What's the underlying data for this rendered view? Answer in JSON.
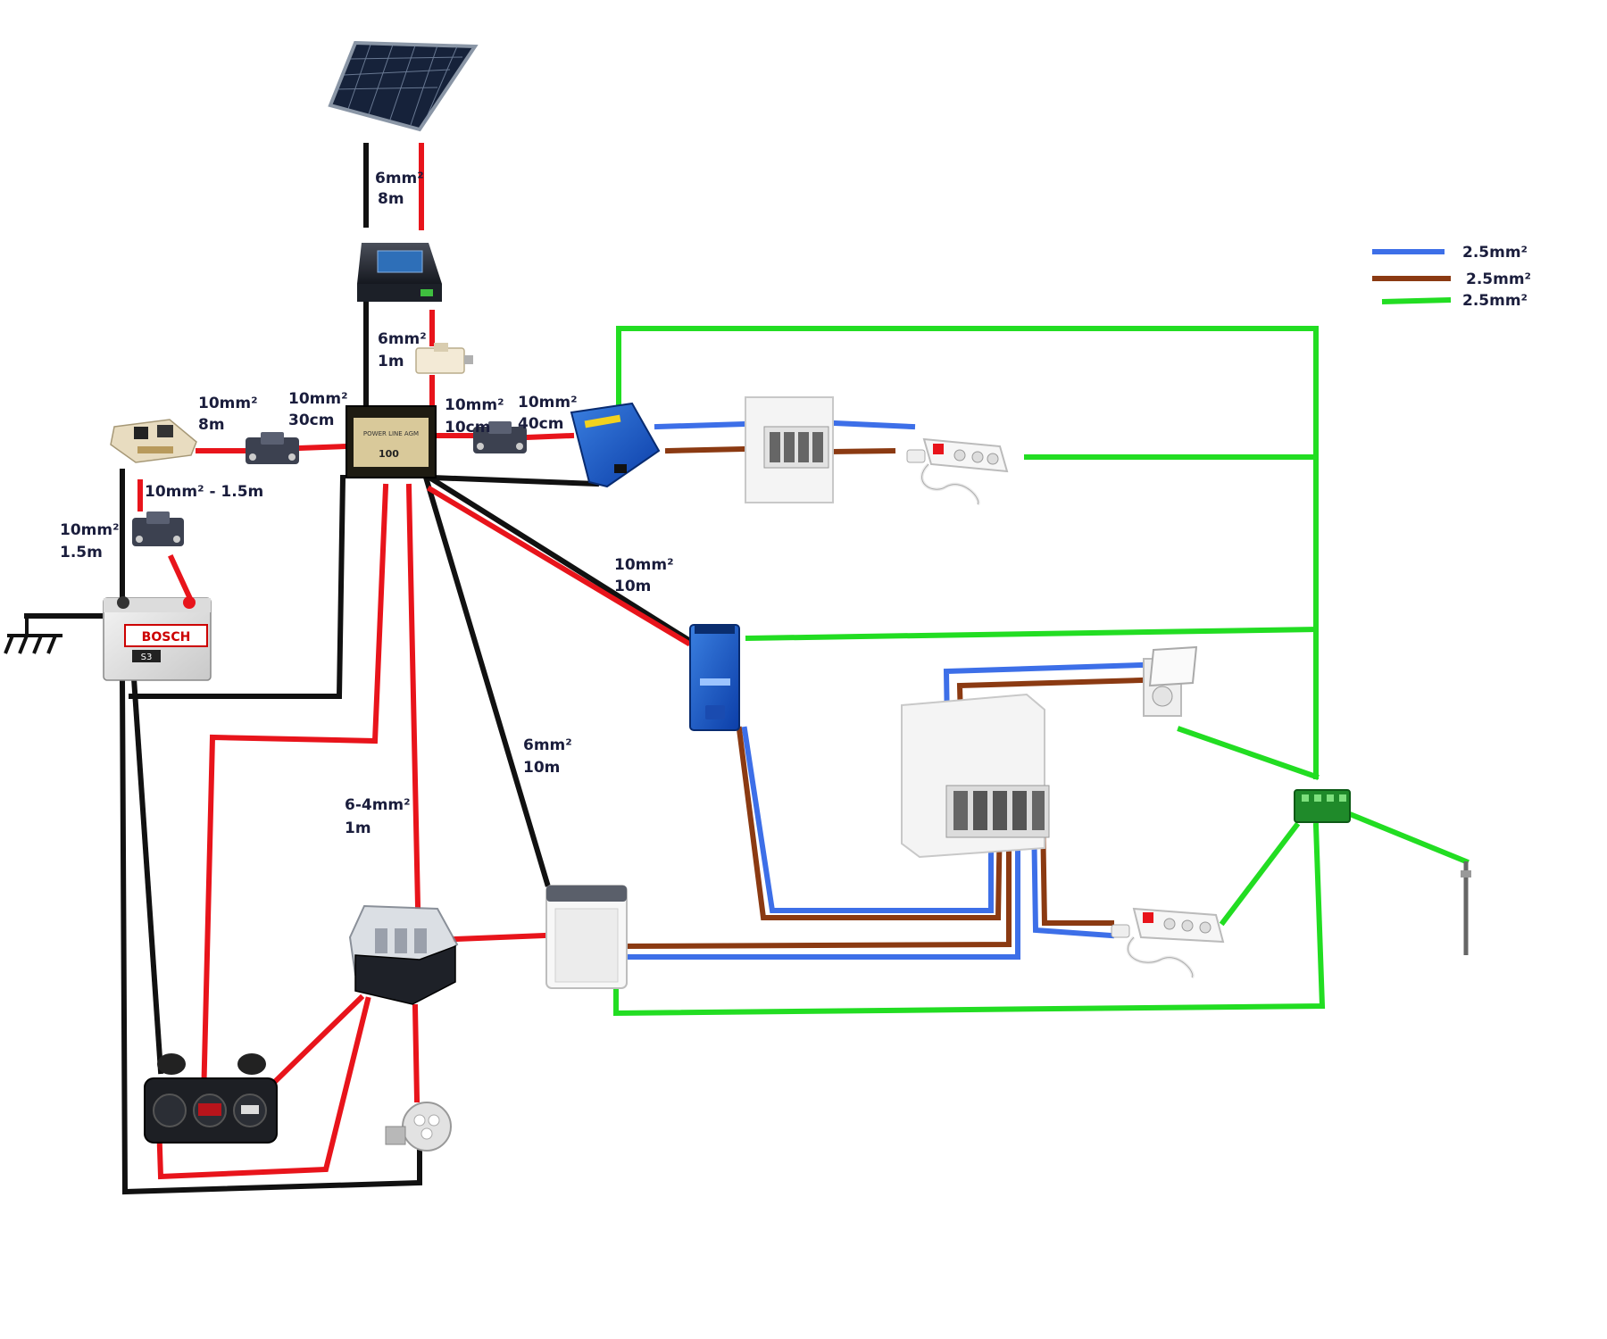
{
  "labels": {
    "solar_cable": [
      "6mm²",
      "8m"
    ],
    "controller_cable": [
      "6mm²",
      "1m"
    ],
    "coupler_cable": [
      "10mm²",
      "8m"
    ],
    "coupler_fuse": [
      "10mm²",
      "30cm"
    ],
    "battery_fuse": [
      "10mm²",
      "10cm"
    ],
    "inverter_cable": [
      "10mm²",
      "40cm"
    ],
    "starter_fuse": [
      "10mm² - 1.5m"
    ],
    "starter_cable": [
      "10mm²",
      "1.5m"
    ],
    "charger_cable": [
      "10mm²",
      "10m"
    ],
    "fridge_cable": [
      "6mm²",
      "10m"
    ],
    "fusebox_cable": [
      "6-4mm²",
      "1m"
    ]
  },
  "legend": {
    "items": [
      {
        "color": "#3d6fe8",
        "label": "2.5mm²"
      },
      {
        "color": "#8b3a12",
        "label": "2.5mm²"
      },
      {
        "color": "#22dd22",
        "label": "2.5mm²"
      }
    ]
  },
  "colors": {
    "positive": "#e8141b",
    "negative": "#111111",
    "phase": "#8b3a12",
    "neutral": "#3d6fe8",
    "earth": "#22dd22"
  },
  "battery_labels": {
    "main": "POWER LINE AGM",
    "capacity": "100",
    "starter_brand": "BOSCH",
    "starter_model": "S3"
  }
}
